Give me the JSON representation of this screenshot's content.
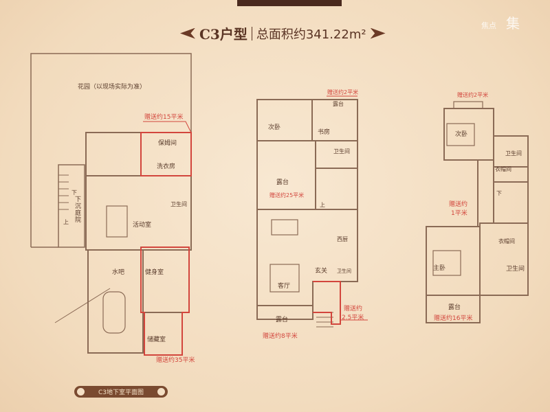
{
  "header": {
    "unit_type": "C3户型",
    "total_area": "总面积约341.22m²",
    "watermark": "焦点",
    "watermark_char": "集"
  },
  "basement": {
    "garden": "花园（以现场实际为准）",
    "bonus_15": "赠送约15平米",
    "nanny_room": "保姆间",
    "laundry": "洗衣房",
    "bathroom": "卫生间",
    "sunken_courtyard": "下沉庭院",
    "activity_room": "活动室",
    "water_bar": "水吧",
    "gym": "健身室",
    "storage": "储藏室",
    "bonus_35": "赠送约35平米",
    "up": "上",
    "down": "下",
    "caption": "C3地下室平面图"
  },
  "floor1": {
    "bonus_2": "赠送约2平米",
    "terrace_top": "露台",
    "bedroom": "次卧",
    "study": "书房",
    "bathroom": "卫生间",
    "terrace_mid": "露台",
    "bonus_25": "赠送约25平米",
    "kitchen": "西厨",
    "foyer": "玄关",
    "living": "客厅",
    "bathroom2": "卫生间",
    "terrace_bottom": "露台",
    "bonus_8": "赠送约8平米",
    "bonus_2_5_a": "赠送约",
    "bonus_2_5_b": "2.5平米",
    "up": "上"
  },
  "floor2": {
    "bonus_2": "赠送约2平米",
    "bedroom": "次卧",
    "bathroom": "卫生间",
    "closet": "衣帽间",
    "bonus_1_a": "赠送约",
    "bonus_1_b": "1平米",
    "closet2": "衣帽间",
    "master": "主卧",
    "master_bath": "卫生间",
    "terrace": "露台",
    "bonus_16": "赠送约16平米",
    "down": "下"
  },
  "colors": {
    "wall": "#8a6a55",
    "bonus": "#d2453c",
    "background": "#f4dfc4"
  }
}
